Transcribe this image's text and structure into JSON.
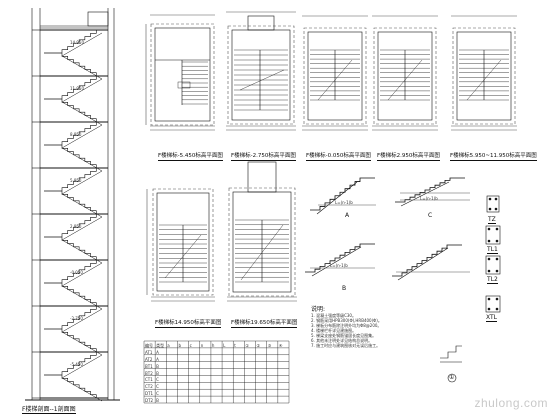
{
  "titles": {
    "section": "F楼梯剖面--1剖面图",
    "plan_1": "F楼梯标-5.450标高平面图",
    "plan_2": "F楼梯标-2.750标高平面图",
    "plan_3": "F楼梯标-0.050标高平面图",
    "plan_4": "F楼梯标2.950标高平面图",
    "plan_5": "F楼梯标5.950~11.950标高平面图",
    "plan_6": "F楼梯标14.950标高平面图",
    "plan_7": "F楼梯标19.650标高平面图"
  },
  "details": {
    "a": "A",
    "b": "B",
    "c": "C",
    "tz": "TZ",
    "tl1": "TL1",
    "tl2": "TL2",
    "xtl": "XTL",
    "a_dim": "L=(n-1)b",
    "b_dim": "L=(n-1)b",
    "c_dim": "L=(n-1)b"
  },
  "notes": {
    "title": "说明:",
    "lines": [
      "1. 混凝土强度等级C30。",
      "2. 钢筋采用HPB300(Φ),HRB400(Φ)。",
      "3. 梯板分布筋除注明外均为Φ8@200。",
      "4. 楼梯栏杆详见建施图。",
      "5. 梯梁支座处钢筋锚固长度见图集。",
      "6. 其他未注明处详见结构总说明。",
      "7. 施工时应与建筑图核对无误后施工。"
    ]
  },
  "table": {
    "headers": [
      "编号",
      "类型",
      "a",
      "b",
      "c",
      "n",
      "h",
      "L",
      "t",
      "①",
      "②",
      "③",
      "④"
    ],
    "rows": [
      [
        "AT1",
        "A",
        "",
        "",
        "",
        "",
        "",
        "",
        "",
        "",
        "",
        "",
        ""
      ],
      [
        "AT2",
        "A",
        "",
        "",
        "",
        "",
        "",
        "",
        "",
        "",
        "",
        "",
        ""
      ],
      [
        "BT1",
        "B",
        "",
        "",
        "",
        "",
        "",
        "",
        "",
        "",
        "",
        "",
        ""
      ],
      [
        "BT2",
        "B",
        "",
        "",
        "",
        "",
        "",
        "",
        "",
        "",
        "",
        "",
        ""
      ],
      [
        "CT1",
        "C",
        "",
        "",
        "",
        "",
        "",
        "",
        "",
        "",
        "",
        "",
        ""
      ],
      [
        "CT2",
        "C",
        "",
        "",
        "",
        "",
        "",
        "",
        "",
        "",
        "",
        "",
        ""
      ],
      [
        "DT1",
        "C",
        "",
        "",
        "",
        "",
        "",
        "",
        "",
        "",
        "",
        "",
        ""
      ],
      [
        "DT2",
        "B",
        "",
        "",
        "",
        "",
        "",
        "",
        "",
        "",
        "",
        "",
        ""
      ]
    ]
  },
  "section_levels": [
    "14.950",
    "11.950",
    "8.950",
    "5.950",
    "2.950",
    "-0.050",
    "-2.750",
    "-5.450"
  ],
  "circle_mark": "①",
  "watermark": "zhulong.com",
  "colors": {
    "line": "#111111",
    "grid": "#666666",
    "watermark": "#c9c9c9"
  }
}
